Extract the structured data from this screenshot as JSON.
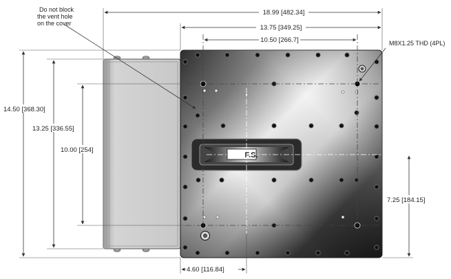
{
  "note": {
    "line1": "Do not block",
    "line2": "the vent hole",
    "line3": "on the cover"
  },
  "thread_callout": "M8X1.25 THD (4PL)",
  "logo_text": "F.S.",
  "dimensions": {
    "overall_width": "18.99 [482.34]",
    "plate_width": "13.75 [349.25]",
    "hole_spacing_x": "10.50 [266.7]",
    "overall_height": "14.50 [368.30]",
    "plate_height": "13.25 [336.55]",
    "hole_spacing_y": "10.00 [254]",
    "center_height": "7.25 [184.15]",
    "center_offset_x": "4.60 [116.84]"
  },
  "colors": {
    "plate_dark": "#1a1a1a",
    "plate_light": "#f2f2f2",
    "housing_fill": "#cfcfcf",
    "housing_edge": "#555555"
  }
}
